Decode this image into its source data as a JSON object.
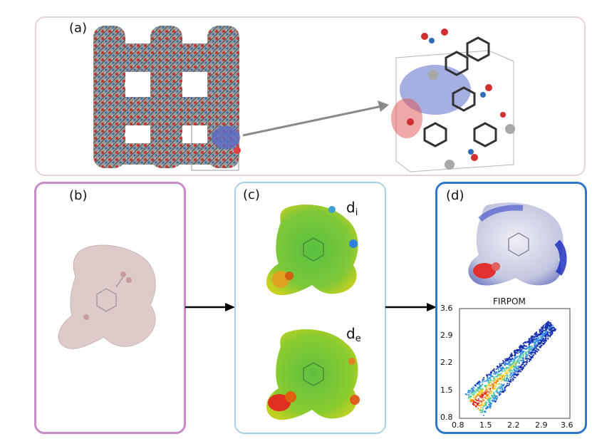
{
  "panels": {
    "a": {
      "label": "(a)"
    },
    "b": {
      "label": "(b)"
    },
    "c": {
      "label": "(c)",
      "top_label": {
        "main": "d",
        "sub": "i"
      },
      "bottom_label": {
        "main": "d",
        "sub": "e"
      }
    },
    "d": {
      "label": "(d)"
    }
  },
  "colors": {
    "panel_a_border": "#e7d3dc",
    "panel_b_border": "#c98bc7",
    "panel_c_border": "#a8d2e6",
    "panel_d_border": "#2f78c8",
    "arrow": "#000000",
    "grey_arrow": "#8a8a8a"
  },
  "chart_data": {
    "type": "heatmap",
    "title": "FIRPOM",
    "xlabel": "",
    "ylabel": "",
    "xlim": [
      0.8,
      3.6
    ],
    "ylim": [
      0.8,
      3.6
    ],
    "x_ticks": [
      "0.8",
      "1.5",
      "2.2",
      "2.9",
      "3.6"
    ],
    "y_ticks": [
      "0.8",
      "1.5",
      "2.2",
      "2.9",
      "3.6"
    ],
    "colormap": "jet"
  }
}
